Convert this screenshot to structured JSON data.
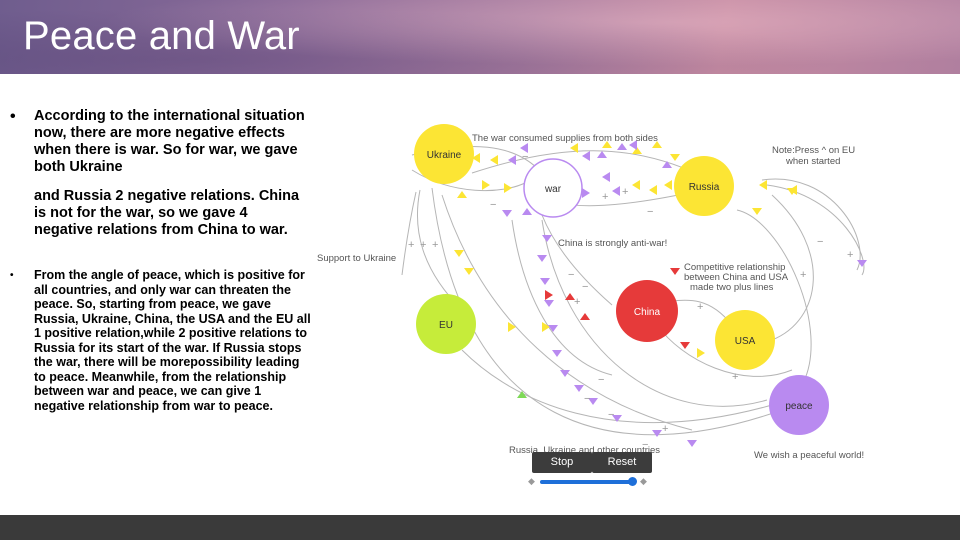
{
  "slide": {
    "title": "Peace and War"
  },
  "bullets": {
    "first": {
      "line_a": "According to the international situation now, there are more negative effects when there is war. So for war, we gave both Ukraine",
      "line_b": "and Russia 2 negative relations. China is not for the war, so we gave 4 negative relations from China to war."
    },
    "second": "From the angle of peace, which is positive for all countries, and only war can threaten the peace. So, starting from peace, we gave Russia, Ukraine, China, the USA and the EU all 1 positive relation,while 2 positive relations to Russia for its start of the war. If Russia stops the war, there will be morepossibility leading to peace. Meanwhile, from the relationship between war and peace, we can give 1 negative relationship from war to peace."
  },
  "diagram": {
    "nodes": [
      {
        "id": "ukraine",
        "label": "Ukraine",
        "color": "#fce534"
      },
      {
        "id": "war",
        "label": "war",
        "color": "#ffffff"
      },
      {
        "id": "russia",
        "label": "Russia",
        "color": "#fce534"
      },
      {
        "id": "china",
        "label": "China",
        "color": "#e63a3a"
      },
      {
        "id": "eu",
        "label": "EU",
        "color": "#c6ec3a"
      },
      {
        "id": "usa",
        "label": "USA",
        "color": "#fce534"
      },
      {
        "id": "peace",
        "label": "peace",
        "color": "#b98af0"
      }
    ],
    "annotations": {
      "war_supplies": "The war consumed supplies from both sides",
      "note_line1": "Note:Press ^ on EU",
      "note_line2": "when started",
      "china_anti": "China is strongly anti-war!",
      "competitive_line1": "Competitive relationship",
      "competitive_line2": "between China and USA",
      "competitive_line3": "made two plus lines",
      "support_ukraine": "Support to Ukraine",
      "russia_ukraine_others": "Russia, Ukraine and other countries",
      "peaceful_world": "We wish a peaceful world!"
    },
    "controls": {
      "stop": "Stop",
      "reset": "Reset"
    },
    "colors": {
      "arrow_yellow": "#fce534",
      "arrow_purple": "#b98af0",
      "arrow_red": "#e63a3a",
      "arrow_green": "#7ed957",
      "link": "#aaaaaa"
    }
  }
}
